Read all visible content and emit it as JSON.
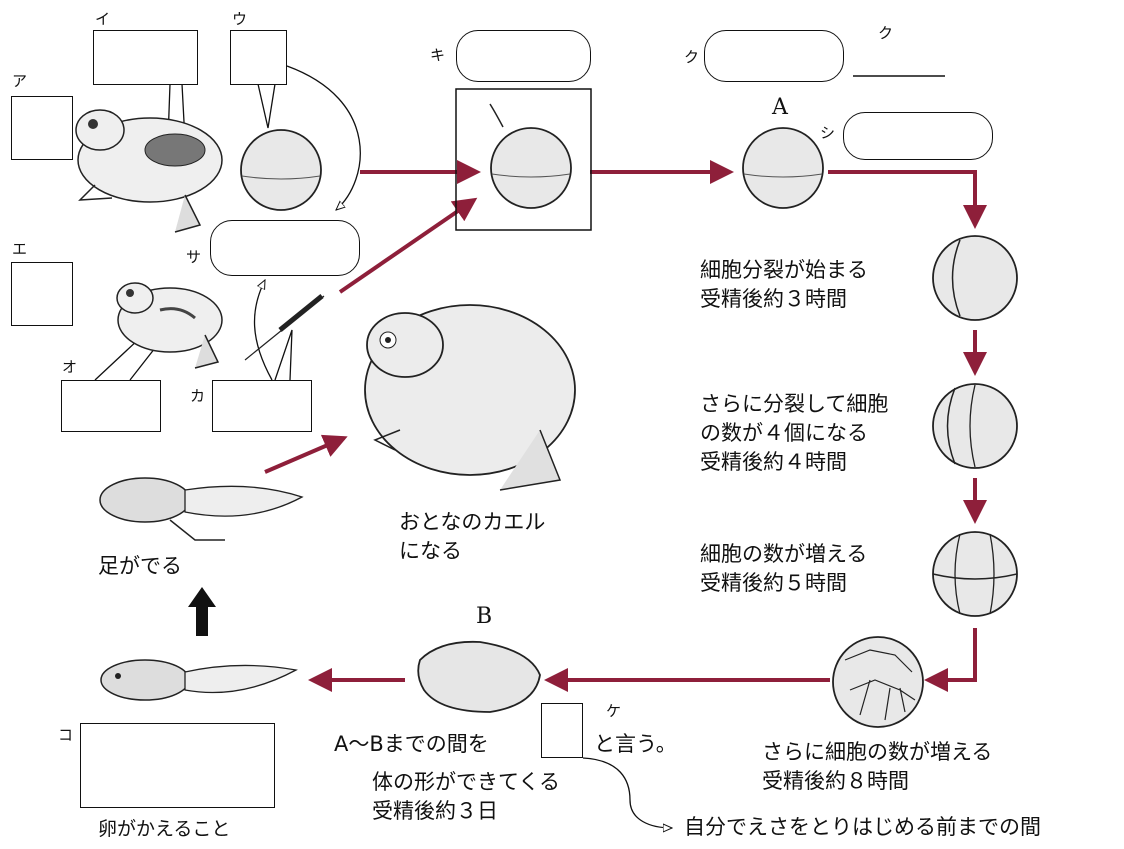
{
  "labels": {
    "a": "ア",
    "i": "イ",
    "u": "ウ",
    "e": "エ",
    "o": "オ",
    "ka": "カ",
    "ki": "キ",
    "ku1": "ク",
    "ku2": "ク",
    "ke": "ケ",
    "ko": "コ",
    "sa": "サ",
    "shi": "シ",
    "A": "A",
    "B": "B"
  },
  "texts": {
    "stage1": "細胞分裂が始まる\n受精後約３時間",
    "stage2": "さらに分裂して細胞\nの数が４個になる\n受精後約４時間",
    "stage3": "細胞の数が増える\n受精後約５時間",
    "stage4": "さらに細胞の数が増える\n受精後約８時間",
    "adult": "おとなのカエル\nになる",
    "legs": "足がでる",
    "hatch": "卵がかえること",
    "body_shape": "体の形ができてくる\n受精後約３日",
    "ab_prefix": "A〜Bまでの間を",
    "ab_suffix": "と言う。",
    "before_feed": "自分でえさをとりはじめる前までの間"
  },
  "colors": {
    "arrow": "#8e1f3a",
    "line": "#111111"
  }
}
